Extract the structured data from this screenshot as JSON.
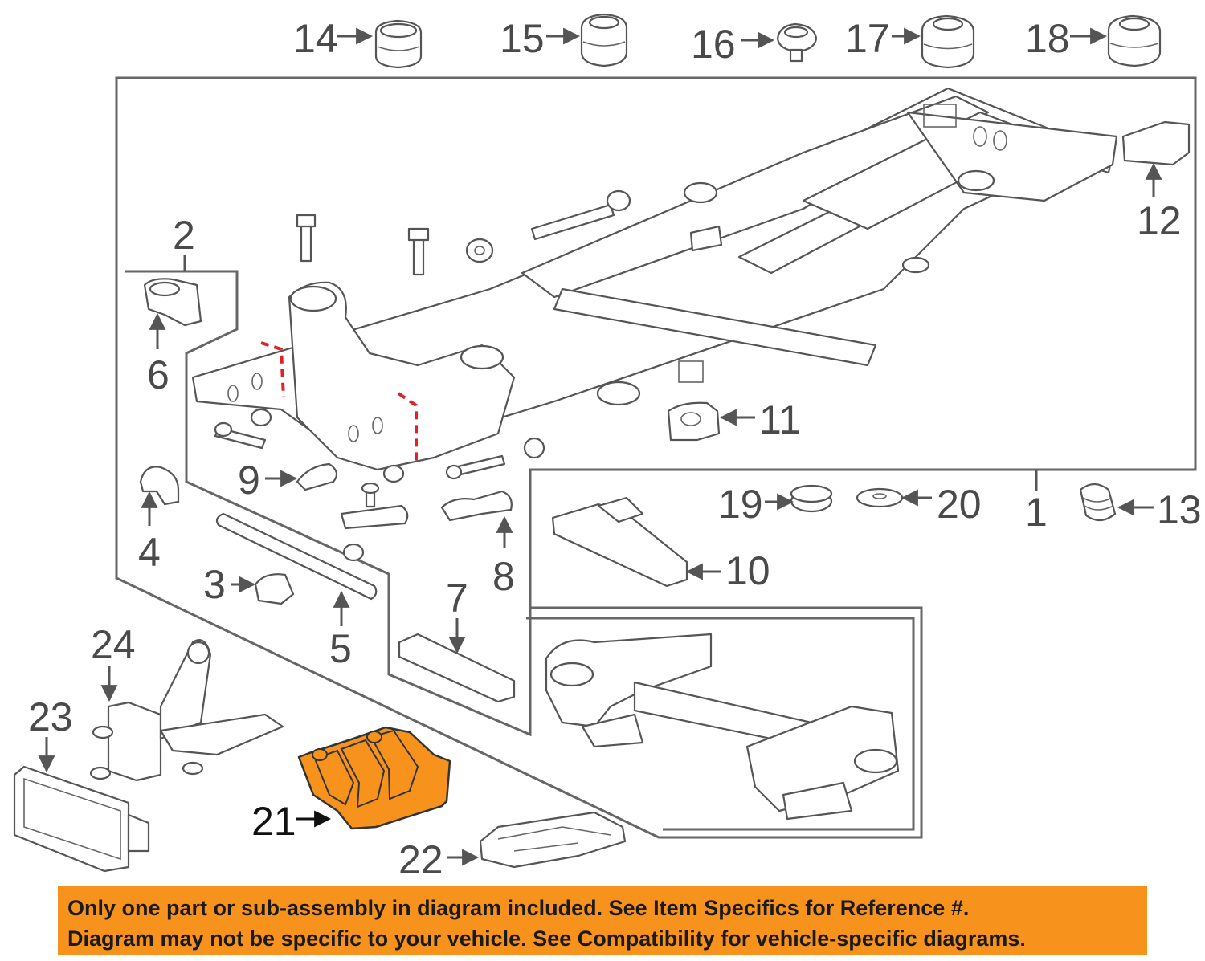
{
  "diagram": {
    "callouts": [
      {
        "id": "1",
        "text": "1"
      },
      {
        "id": "2",
        "text": "2"
      },
      {
        "id": "3",
        "text": "3"
      },
      {
        "id": "4",
        "text": "4"
      },
      {
        "id": "5",
        "text": "5"
      },
      {
        "id": "6",
        "text": "6"
      },
      {
        "id": "7",
        "text": "7"
      },
      {
        "id": "8",
        "text": "8"
      },
      {
        "id": "9",
        "text": "9"
      },
      {
        "id": "10",
        "text": "10"
      },
      {
        "id": "11",
        "text": "11"
      },
      {
        "id": "12",
        "text": "12"
      },
      {
        "id": "13",
        "text": "13"
      },
      {
        "id": "14",
        "text": "14"
      },
      {
        "id": "15",
        "text": "15"
      },
      {
        "id": "16",
        "text": "16"
      },
      {
        "id": "17",
        "text": "17"
      },
      {
        "id": "18",
        "text": "18"
      },
      {
        "id": "19",
        "text": "19"
      },
      {
        "id": "20",
        "text": "20"
      },
      {
        "id": "21",
        "text": "21"
      },
      {
        "id": "22",
        "text": "22"
      },
      {
        "id": "23",
        "text": "23"
      },
      {
        "id": "24",
        "text": "24"
      }
    ],
    "highlighted_part": "21",
    "colors": {
      "highlight": "#f7931d",
      "cut_line": "#e0212a",
      "line_art": "#555555",
      "notice_background": "#f7931d"
    }
  },
  "notice": {
    "line1": "Only one part or sub-assembly in diagram included. See Item Specifics for Reference #.",
    "line2": "Diagram may not be specific to your vehicle. See Compatibility for vehicle-specific diagrams."
  }
}
